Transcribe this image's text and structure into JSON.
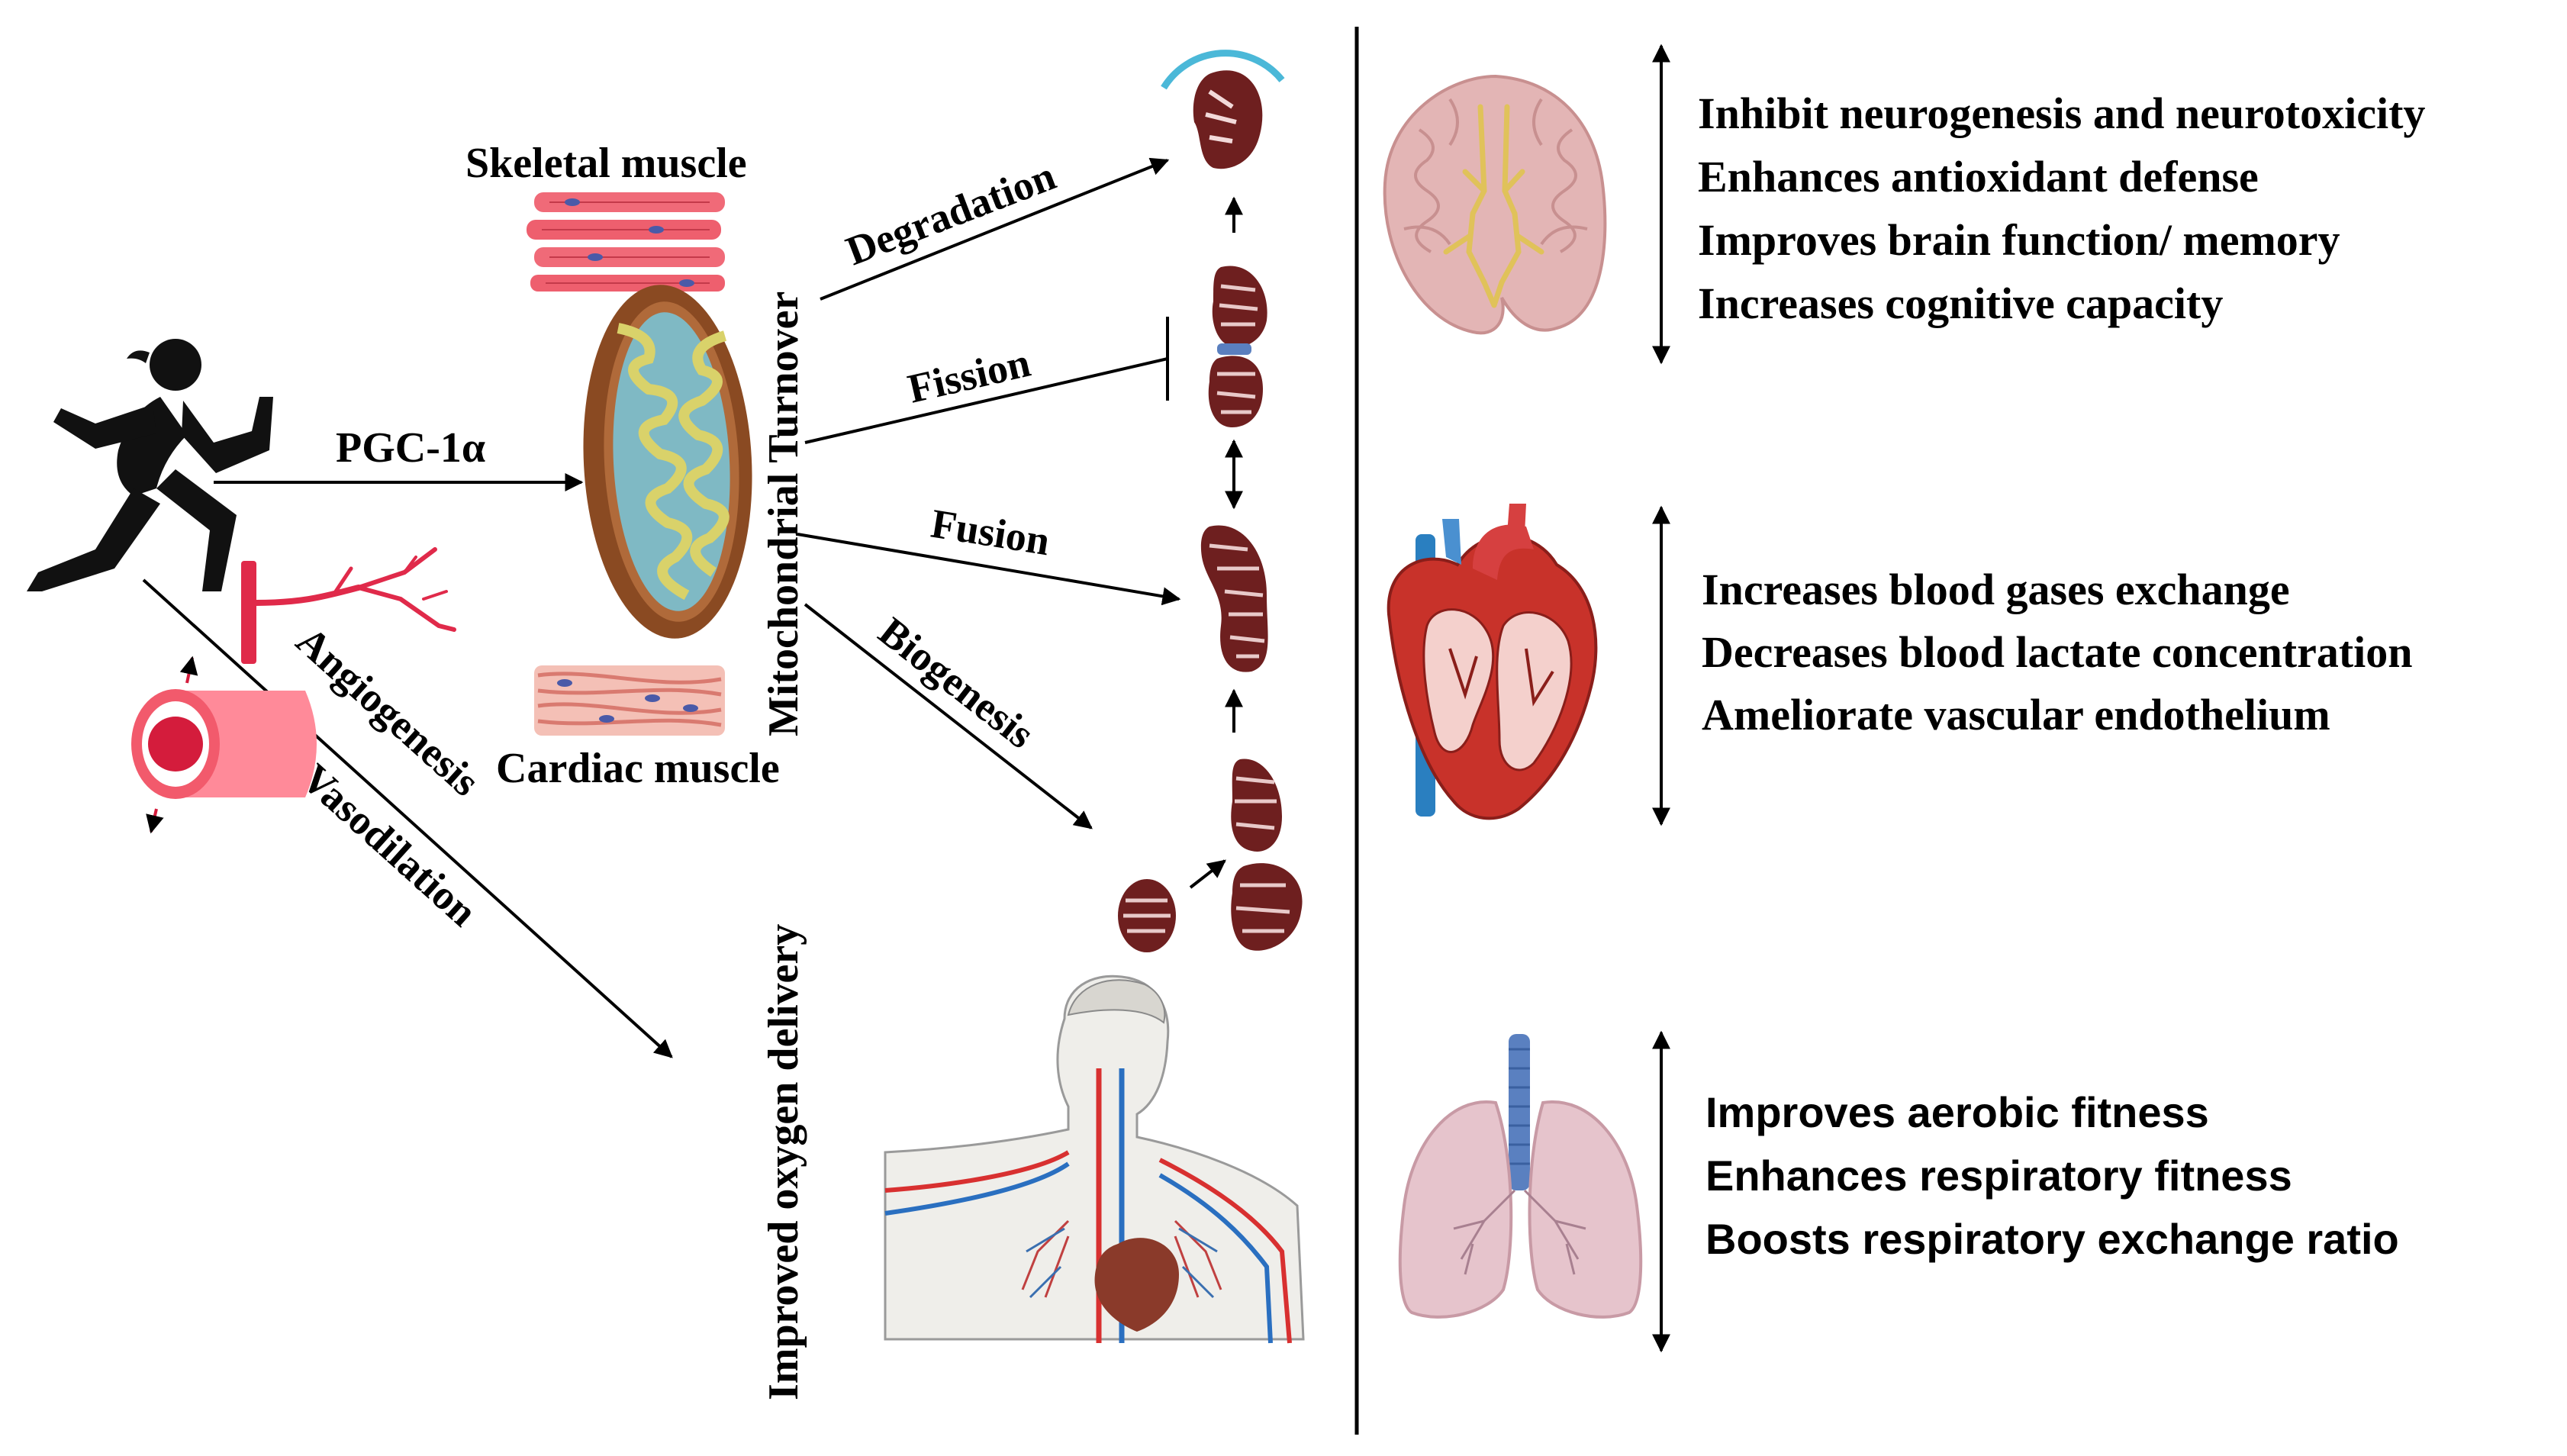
{
  "left_panel": {
    "pgc_label": "PGC-1α",
    "skeletal_label": "Skeletal muscle",
    "cardiac_label": "Cardiac muscle",
    "turnover_label": "Mitochondrial Turnover",
    "oxygen_label": "Improved oxygen delivery",
    "angiogenesis_label": "Angiogenesis",
    "vasodilation_label": "Vasodilation",
    "degradation_label": "Degradation",
    "fission_label": "Fission",
    "fusion_label": "Fusion",
    "biogenesis_label": "Biogenesis"
  },
  "brain": {
    "lines": [
      "Inhibit neurogenesis and neurotoxicity",
      "Enhances antioxidant defense",
      "Improves brain function/ memory",
      "Increases cognitive capacity"
    ]
  },
  "heart": {
    "lines": [
      "Increases blood gases exchange",
      "Decreases blood lactate concentration",
      "Ameliorate vascular endothelium"
    ]
  },
  "lungs": {
    "lines": [
      "Improves aerobic fitness",
      "Enhances respiratory fitness",
      "Boosts respiratory exchange ratio"
    ]
  },
  "colors": {
    "mito_outer": "#8a4a22",
    "mito_inner": "#7fb9c4",
    "mito_small": "#6e1f1f",
    "vessel": "#e02a4a",
    "heart_red": "#c8322a",
    "vein_blue": "#2a7fc0",
    "lung_pink": "#e6c4cc",
    "brain_pink": "#e3b5b5"
  }
}
